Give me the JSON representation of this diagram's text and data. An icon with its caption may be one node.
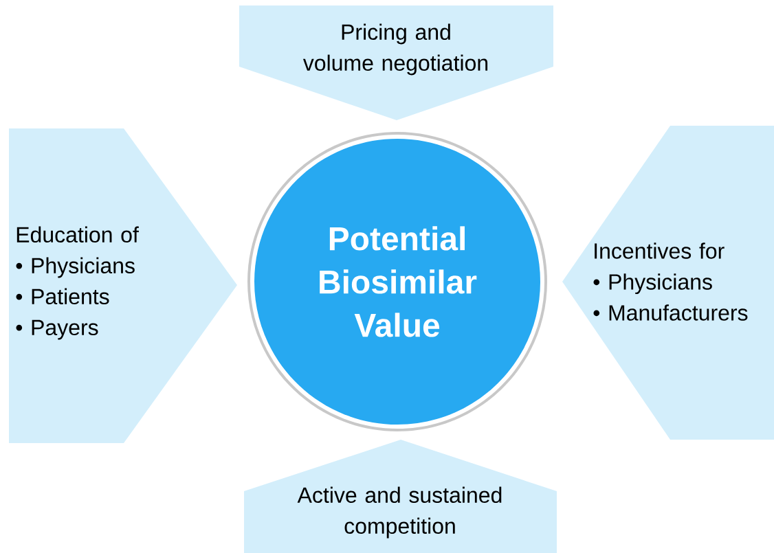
{
  "diagram": {
    "nodes": [
      {
        "text": [
          "Pricing and volume negotiation"
        ]
      },
      {
        "text": [
          "Education of",
          "• Physicians",
          "• Patients",
          "• Payers"
        ]
      },
      {
        "text": [
          "Potential Biosimilar Value"
        ]
      },
      {
        "text": [
          "Incentives for",
          "• Physicians",
          "• Manufacturers"
        ]
      },
      {
        "text": [
          "Active and sustained competition"
        ]
      }
    ]
  }
}
